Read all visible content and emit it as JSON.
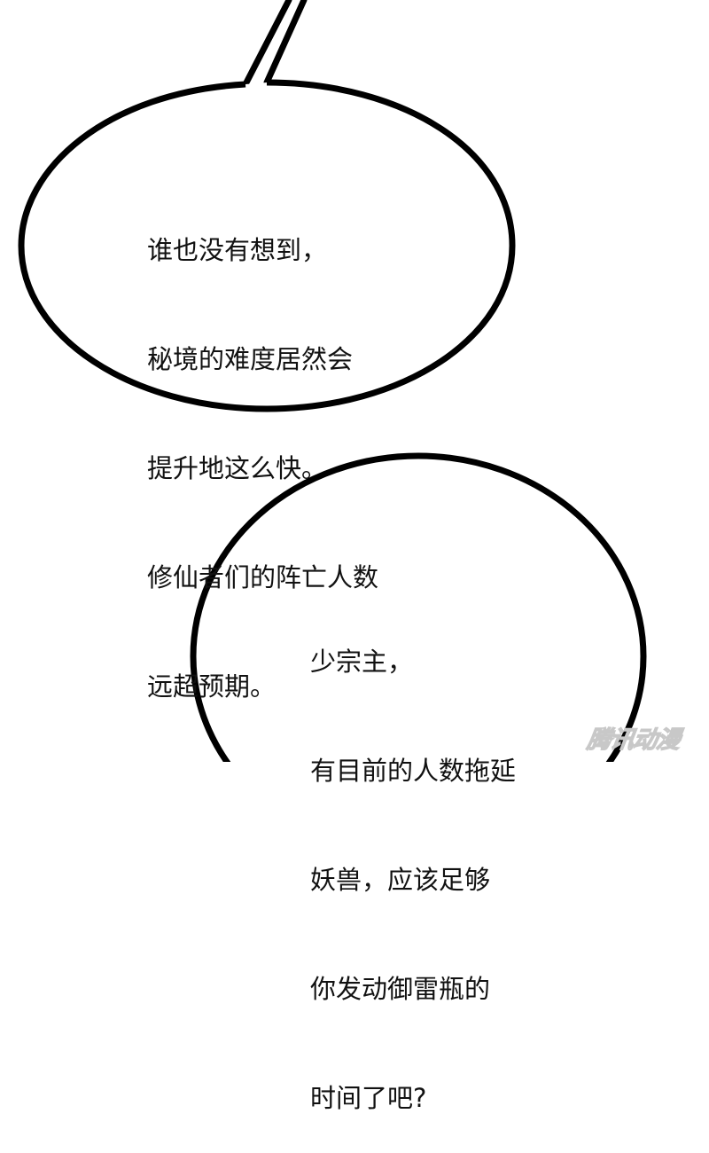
{
  "page": {
    "background": "#ffffff",
    "stroke_color": "#000000"
  },
  "bubble_1": {
    "lines": [
      "谁也没有想到，",
      "秘境的难度居然会",
      "提升地这么快。",
      "修仙者们的阵亡人数",
      "远超预期。"
    ]
  },
  "bubble_2": {
    "lines": [
      "少宗主，",
      "有目前的人数拖延",
      "妖兽，应该足够",
      "你发动御雷瓶的",
      "时间了吧?"
    ]
  },
  "watermark": {
    "text": "腾讯动漫"
  }
}
